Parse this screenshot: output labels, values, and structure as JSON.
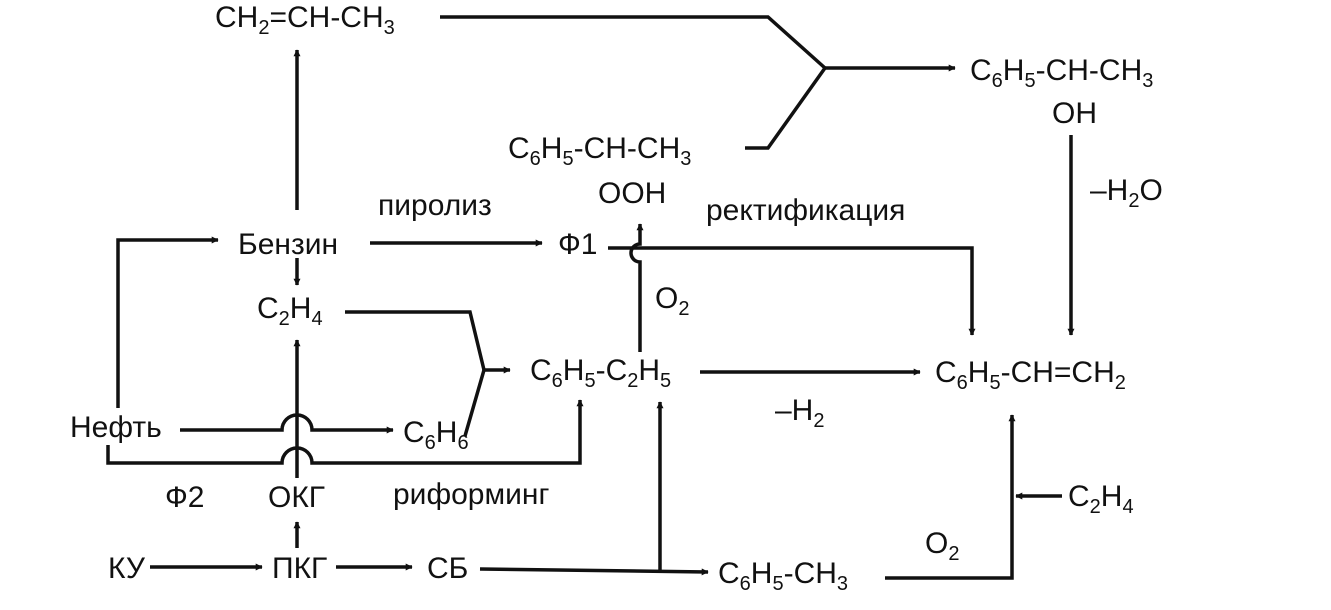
{
  "diagram": {
    "nodes": {
      "propylene": {
        "main": "CH",
        "sub1": "2",
        "rest": "=CH-CH",
        "sub2": "3"
      },
      "phenylethanol": {
        "p1": "C",
        "s1": "6",
        "p2": "H",
        "s2": "5",
        "p3": "-CH-CH",
        "s3": "3",
        "oh": "OH"
      },
      "hydroperoxide": {
        "p1": "C",
        "s1": "6",
        "p2": "H",
        "s2": "5",
        "p3": "-CH-CH",
        "s3": "3",
        "ooh": "OOH"
      },
      "gasoline": "Бензин",
      "f1": "Ф1",
      "ethylene": {
        "p1": "C",
        "s1": "2",
        "p2": "H",
        "s2": "4"
      },
      "ethylbenzene": {
        "p1": "C",
        "s1": "6",
        "p2": "H",
        "s2": "5",
        "p3": "-C",
        "s3": "2",
        "p4": "H",
        "s4": "5"
      },
      "styrene": {
        "p1": "C",
        "s1": "6",
        "p2": "H",
        "s2": "5",
        "p3": "-CH=CH",
        "s3": "2"
      },
      "oil": "Нефть",
      "benzene": {
        "p1": "C",
        "s1": "6",
        "p2": "H",
        "s2": "6"
      },
      "f2": "Ф2",
      "okg": "ОКГ",
      "ku": "КУ",
      "pkg": "ПКГ",
      "sb": "СБ",
      "toluene": {
        "p1": "C",
        "s1": "6",
        "p2": "H",
        "s2": "5",
        "p3": "-CH",
        "s3": "3"
      },
      "ethylene_feed": {
        "p1": "C",
        "s1": "2",
        "p2": "H",
        "s2": "4"
      }
    },
    "labels": {
      "pyrolysis": "пиролиз",
      "rectification": "ректификация",
      "reforming": "риформинг",
      "dehydration": {
        "p1": "–H",
        "s1": "2",
        "p2": "O"
      },
      "dehydrogenation": {
        "p1": "–H",
        "s1": "2"
      },
      "oxygen_top": {
        "p1": "O",
        "s1": "2"
      },
      "oxygen_bottom": {
        "p1": "O",
        "s1": "2"
      }
    }
  }
}
